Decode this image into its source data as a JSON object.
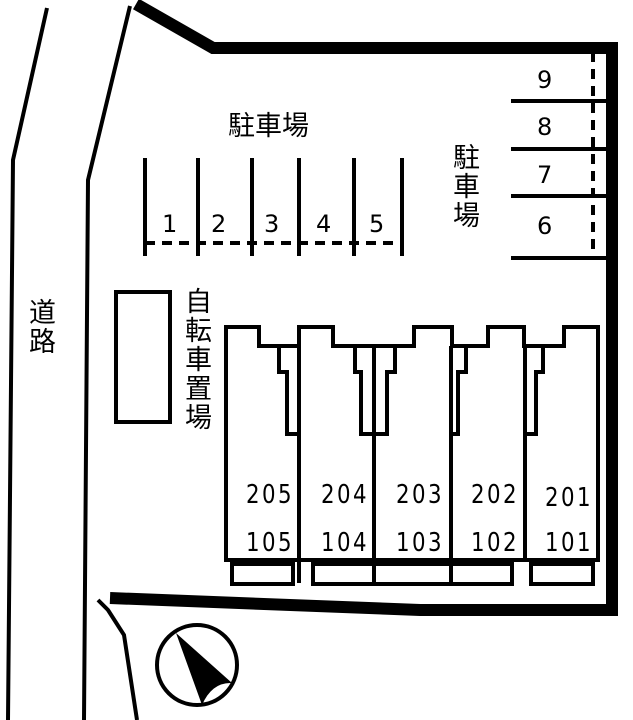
{
  "road": {
    "label": "道路"
  },
  "parking_top": {
    "label": "駐車場",
    "spaces": [
      "1",
      "2",
      "3",
      "4",
      "5"
    ]
  },
  "parking_right": {
    "label": "駐車場",
    "spaces": [
      "9",
      "8",
      "7",
      "6"
    ]
  },
  "bicycle_parking": {
    "label": "自転車置場"
  },
  "building": {
    "units": [
      {
        "upper": "205",
        "lower": "105"
      },
      {
        "upper": "204",
        "lower": "104"
      },
      {
        "upper": "203",
        "lower": "103"
      },
      {
        "upper": "202",
        "lower": "102"
      },
      {
        "upper": "201",
        "lower": "101"
      }
    ]
  },
  "compass": {
    "icon": "north-arrow-icon"
  },
  "colors": {
    "line": "#000000",
    "background": "#ffffff"
  }
}
